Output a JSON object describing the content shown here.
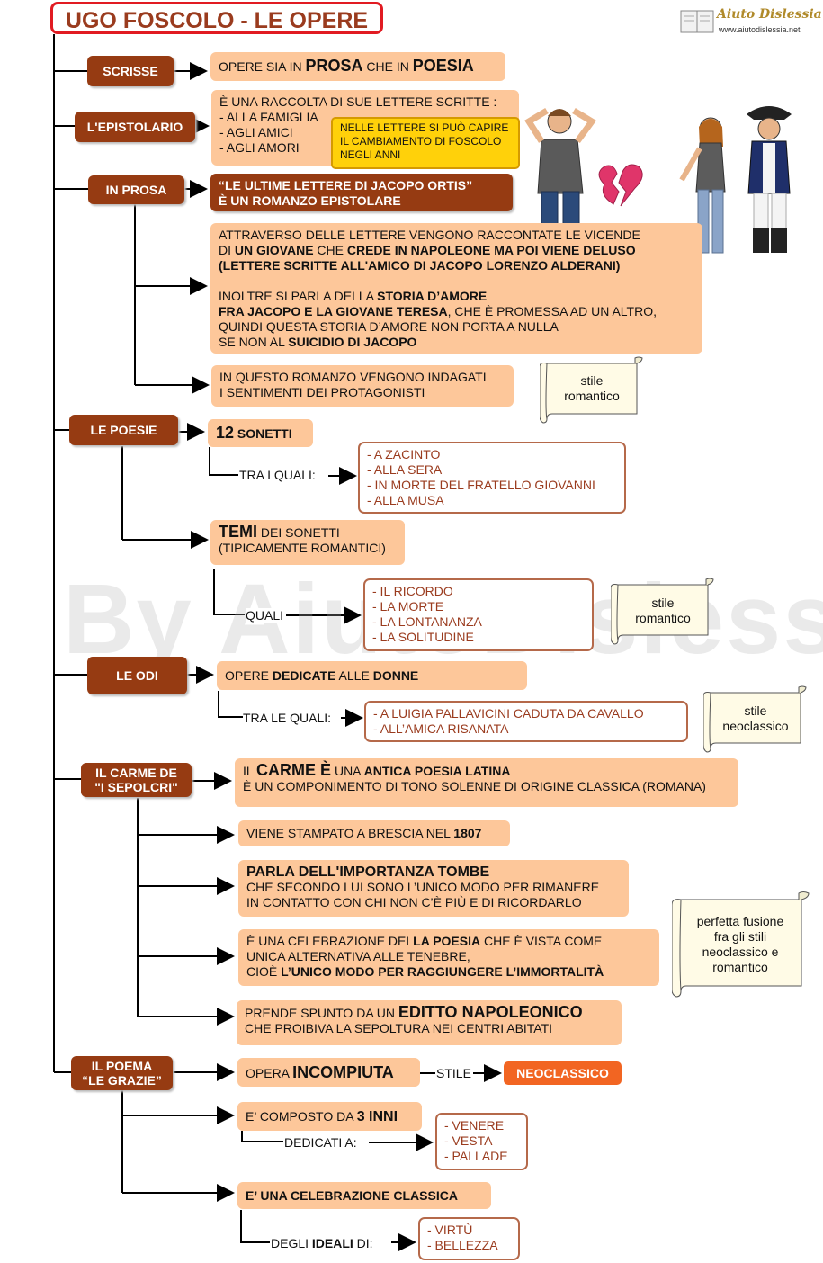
{
  "title": "UGO FOSCOLO - LE OPERE",
  "logo": {
    "name": "Aiuto Dislessia",
    "url": "www.aiutodislessia.net"
  },
  "watermark": "By AiutoDislessia.net",
  "categories": {
    "scrisse": "SCRISSE",
    "epistolario": "L'EPISTOLARIO",
    "prosa": "IN  PROSA",
    "poesie": "LE POESIE",
    "odi": "LE ODI",
    "carme": [
      "IL CARME DE",
      "\"I SEPOLCRI\""
    ],
    "grazie": [
      "IL POEMA",
      "“LE GRAZIE”"
    ]
  },
  "scrisse": {
    "t1": "OPERE SIA IN ",
    "t2": "PROSA",
    "t3": " CHE IN ",
    "t4": "POESIA"
  },
  "epistolario": {
    "line1": "È UNA RACCOLTA DI SUE LETTERE SCRITTE :",
    "items": [
      "- ALLA FAMIGLIA",
      "- AGLI AMICI",
      "- AGLI AMORI"
    ],
    "note": [
      "NELLE LETTERE SI PUÒ CAPIRE",
      "IL CAMBIAMENTO DI FOSCOLO",
      "NEGLI ANNI"
    ]
  },
  "prosa": {
    "title": [
      "“LE ULTIME LETTERE DI JACOPO ORTIS”",
      "È UN ROMANZO EPISTOLARE"
    ],
    "d1a": "ATTRAVERSO DELLE LETTERE  VENGONO RACCONTATE LE VICENDE",
    "d1b": "DI ",
    "d1c": "UN GIOVANE",
    "d1d": " CHE ",
    "d1e": "CREDE IN NAPOLEONE MA POI VIENE DELUSO",
    "d1f": "(LETTERE SCRITTE ALL'AMICO DI JACOPO LORENZO ALDERANI)",
    "d2a": "INOLTRE SI PARLA DELLA ",
    "d2b": "STORIA D’AMORE",
    "d2c": "FRA JACOPO E LA GIOVANE TERESA",
    "d2d": ", CHE È PROMESSA AD UN ALTRO,",
    "d2e": "QUINDI QUESTA STORIA D’AMORE NON PORTA A NULLA",
    "d2f": "SE NON AL ",
    "d2g": "SUICIDIO DI JACOPO",
    "d3": [
      "IN QUESTO ROMANZO VENGONO INDAGATI",
      "I SENTIMENTI DEI PROTAGONISTI"
    ],
    "style": [
      "stile",
      "romantico"
    ]
  },
  "poesie": {
    "sonetti_n": "12",
    "sonetti": " SONETTI",
    "tra": "TRA I QUALI:",
    "list": [
      "-  A ZACINTO",
      "-  ALLA SERA",
      "-  IN MORTE DEL FRATELLO GIOVANNI",
      "-  ALLA MUSA"
    ],
    "temi_a": "TEMI",
    "temi_b": " DEI SONETTI",
    "temi_c": "(TIPICAMENTE ROMANTICI)",
    "quali": "QUALI",
    "temi_list": [
      "-  IL RICORDO",
      "-  LA MORTE",
      "-  LA LONTANANZA",
      "-  LA SOLITUDINE"
    ],
    "style": [
      "stile",
      "romantico"
    ]
  },
  "odi": {
    "a": "OPERE ",
    "b": "DEDICATE",
    "c": " ALLE ",
    "d": "DONNE",
    "tra": "TRA LE QUALI:",
    "list": [
      "-  A LUIGIA PALLAVICINI CADUTA DA CAVALLO",
      "-  ALL’AMICA RISANATA"
    ],
    "style": [
      "stile",
      "neoclassico"
    ]
  },
  "carme": {
    "c1a": "IL ",
    "c1b": "CARME È",
    "c1c": " UNA ",
    "c1d": "ANTICA POESIA LATINA",
    "c1e": "È UN COMPONIMENTO DI TONO SOLENNE DI ORIGINE CLASSICA (ROMANA)",
    "c2a": "VIENE STAMPATO A BRESCIA NEL ",
    "c2b": "1807",
    "c3a": "PARLA DELL'IMPORTANZA TOMBE",
    "c3b": "CHE  SECONDO LUI SONO L’UNICO MODO PER RIMANERE",
    "c3c": "IN CONTATTO CON CHI NON C’È PIÙ E DI RICORDARLO",
    "c4a": "È UNA CELEBRAZIONE DEL",
    "c4b": "LA POESIA",
    "c4c": " CHE È VISTA COME",
    "c4d": "UNICA ALTERNATIVA ALLE TENEBRE,",
    "c4e": "CIOÈ ",
    "c4f": "L’UNICO MODO PER RAGGIUNGERE L’IMMORTALITÀ",
    "c5a": "PRENDE SPUNTO DA UN ",
    "c5b": "EDITTO NAPOLEONICO",
    "c5c": "CHE PROIBIVA  LA SEPOLTURA NEI CENTRI ABITATI",
    "style": [
      "perfetta fusione",
      "fra gli stili",
      "neoclassico e",
      "romantico"
    ]
  },
  "grazie": {
    "g1a": "OPERA ",
    "g1b": "INCOMPIUTA",
    "stile": "STILE",
    "neo": "NEOCLASSICO",
    "g2a": "E’ COMPOSTO DA ",
    "g2b": "3 INNI",
    "dedicati": "DEDICATI A:",
    "list": [
      "-  VENERE",
      "-  VESTA",
      "-  PALLADE"
    ],
    "g3": "E’ UNA CELEBRAZIONE CLASSICA",
    "degli_a": "DEGLI ",
    "degli_b": "IDEALI",
    "degli_c": " DI:",
    "ideali": [
      "-  VIRTÙ",
      "-  BELLEZZA"
    ]
  }
}
